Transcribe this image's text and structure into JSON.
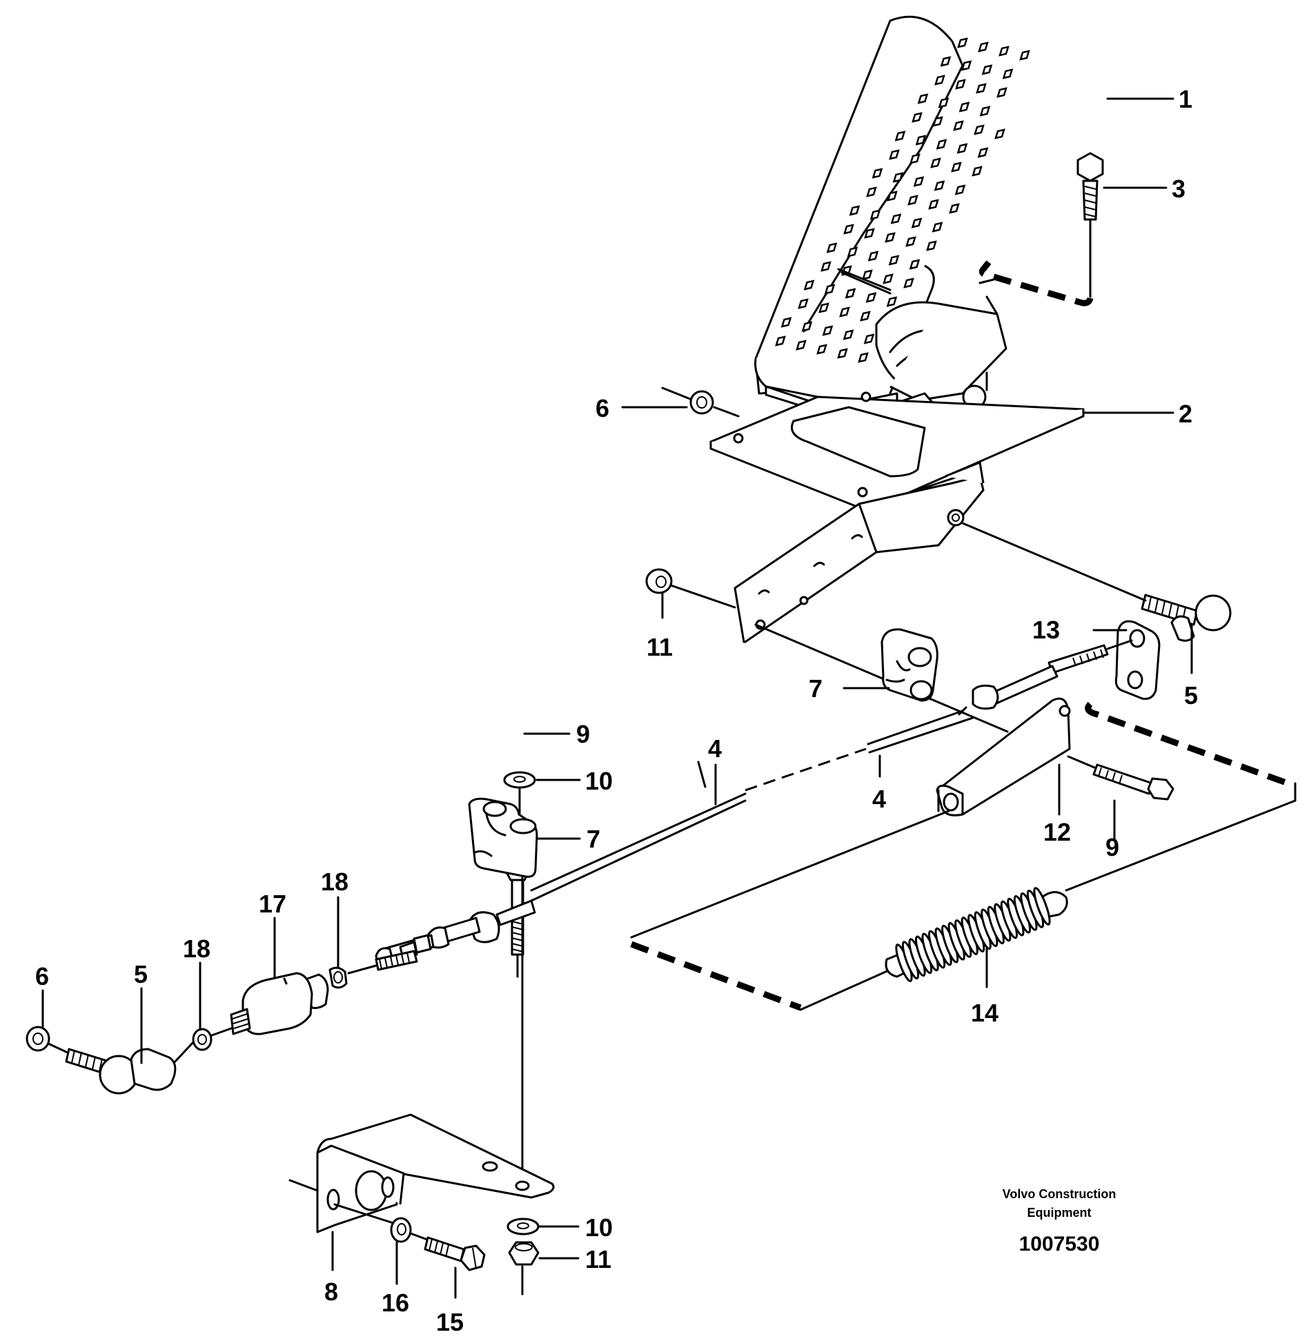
{
  "callouts": [
    {
      "id": "c1",
      "label": "1"
    },
    {
      "id": "c2",
      "label": "2"
    },
    {
      "id": "c3",
      "label": "3"
    },
    {
      "id": "c4a",
      "label": "4"
    },
    {
      "id": "c4b",
      "label": "4"
    },
    {
      "id": "c5a",
      "label": "5"
    },
    {
      "id": "c5b",
      "label": "5"
    },
    {
      "id": "c6a",
      "label": "6"
    },
    {
      "id": "c6b",
      "label": "6"
    },
    {
      "id": "c7a",
      "label": "7"
    },
    {
      "id": "c7b",
      "label": "7"
    },
    {
      "id": "c8",
      "label": "8"
    },
    {
      "id": "c9a",
      "label": "9"
    },
    {
      "id": "c9b",
      "label": "9"
    },
    {
      "id": "c10a",
      "label": "10"
    },
    {
      "id": "c10b",
      "label": "10"
    },
    {
      "id": "c11a",
      "label": "11"
    },
    {
      "id": "c11b",
      "label": "11"
    },
    {
      "id": "c12",
      "label": "12"
    },
    {
      "id": "c13",
      "label": "13"
    },
    {
      "id": "c14",
      "label": "14"
    },
    {
      "id": "c15",
      "label": "15"
    },
    {
      "id": "c16",
      "label": "16"
    },
    {
      "id": "c17",
      "label": "17"
    },
    {
      "id": "c18a",
      "label": "18"
    },
    {
      "id": "c18b",
      "label": "18"
    }
  ],
  "footer": {
    "brand_line1": "Volvo Construction",
    "brand_line2": "Equipment",
    "document_number": "1007530"
  }
}
